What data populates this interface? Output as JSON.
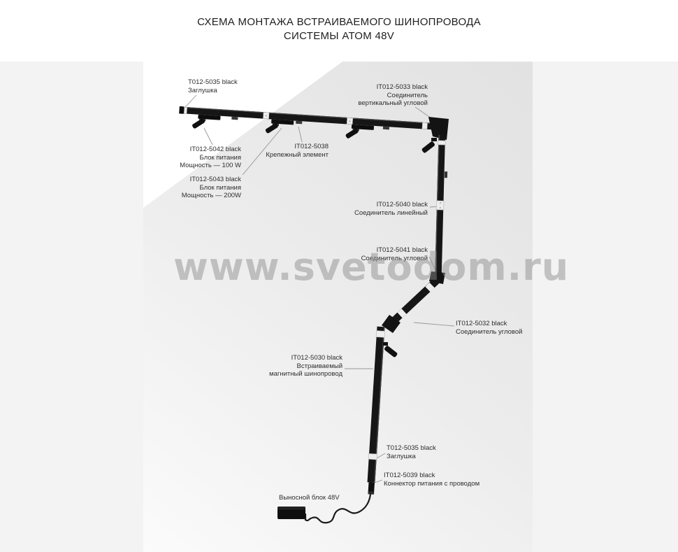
{
  "page": {
    "title_line1": "СХЕМА МОНТАЖА ВСТРАИВАЕМОГО ШИНОПРОВОДА",
    "title_line2": "СИСТЕМЫ АТОМ 48V"
  },
  "watermark": "www.svetodom.ru",
  "labels": [
    {
      "name": "endcap-top",
      "lines": [
        "T012-5035 black",
        "Заглушка"
      ]
    },
    {
      "name": "vertical-corner-connector",
      "lines": [
        "IT012-5033 black",
        "Соединитель",
        "вертикальный угловой"
      ]
    },
    {
      "name": "power-supply-100w",
      "lines": [
        "IT012-5042 black",
        "Блок питания",
        "Мощность — 100 W"
      ]
    },
    {
      "name": "mounting-element",
      "lines": [
        "IT012-5038",
        "Крепежный элемент"
      ]
    },
    {
      "name": "power-supply-200w",
      "lines": [
        "IT012-5043 black",
        "Блок питания",
        "Мощность — 200W"
      ]
    },
    {
      "name": "linear-connector",
      "lines": [
        "IT012-5040 black",
        "Соединитель линейный"
      ]
    },
    {
      "name": "corner-connector-upper",
      "lines": [
        "IT012-5041 black",
        "Соединитель  угловой"
      ]
    },
    {
      "name": "corner-connector-lower",
      "lines": [
        "IT012-5032 black",
        "Соединитель  угловой"
      ]
    },
    {
      "name": "recessed-track",
      "lines": [
        "IT012-5030 black",
        "Встраиваемый",
        "магнитный шинопровод"
      ]
    },
    {
      "name": "endcap-bottom",
      "lines": [
        "T012-5035 black",
        "Заглушка"
      ]
    },
    {
      "name": "power-connector",
      "lines": [
        "IT012-5039 black",
        "Коннектор питания с проводом"
      ]
    },
    {
      "name": "remote-block",
      "lines": [
        "Выносной блок 48V"
      ]
    }
  ],
  "colors": {
    "track": "#161616",
    "wall_dark": "#e2e2e2",
    "wall_light": "#fbfbfb",
    "margin_band": "#f3f3f3",
    "leader": "#969696",
    "label_text": "#2d2d2d"
  }
}
